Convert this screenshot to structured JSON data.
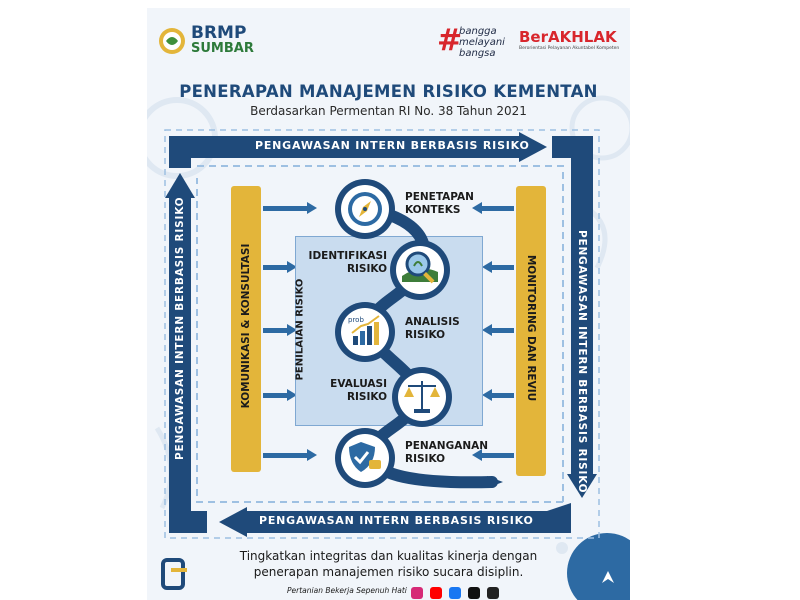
{
  "header": {
    "brand_line1": "BRMP",
    "brand_line2": "SUMBAR",
    "bangga_line1": "bangga",
    "bangga_line2": "melayani",
    "bangga_line3": "bangsa",
    "berakhlak": "BerAKHLAK",
    "berakhlak_tagline": "Berorientasi Pelayanan Akuntabel Kompeten"
  },
  "title": "PENERAPAN MANAJEMEN RISIKO KEMENTAN",
  "subtitle": "Berdasarkan Permentan RI No. 38 Tahun 2021",
  "frame": {
    "top_label": "PENGAWASAN INTERN BERBASIS RISIKO",
    "bottom_label": "PENGAWASAN INTERN BERBASIS RISIKO",
    "left_label": "PENGAWASAN INTERN BERBASIS RISIKO",
    "right_label": "PENGAWASAN INTERN BERBASIS RISIKO"
  },
  "left_pillar": "KOMUNIKASI & KONSULTASI",
  "right_pillar": "MONITORING DAN REVIU",
  "assessment_box": "PENILAIAN RISIKO",
  "steps": [
    {
      "line1": "PENETAPAN",
      "line2": "KONTEKS",
      "icon": "compass-icon"
    },
    {
      "line1": "IDENTIFIKASI",
      "line2": "RISIKO",
      "icon": "magnifier-icon"
    },
    {
      "line1": "ANALISIS",
      "line2": "RISIKO",
      "icon": "chart-icon"
    },
    {
      "line1": "EVALUASI",
      "line2": "RISIKO",
      "icon": "scale-icon"
    },
    {
      "line1": "PENANGANAN",
      "line2": "RISIKO",
      "icon": "shield-icon"
    }
  ],
  "chart_icon_text": "prob",
  "footer": {
    "line1": "Tingkatkan integritas dan kualitas kinerja dengan",
    "line2": "penerapan manajemen risiko sucara disiplin.",
    "slogan": "Pertanian Bekerja Sepenuh Hati"
  },
  "colors": {
    "navy": "#1f4a7a",
    "blue": "#2d6aa3",
    "gold": "#e3b53a",
    "light_blue": "#c9dcef"
  }
}
